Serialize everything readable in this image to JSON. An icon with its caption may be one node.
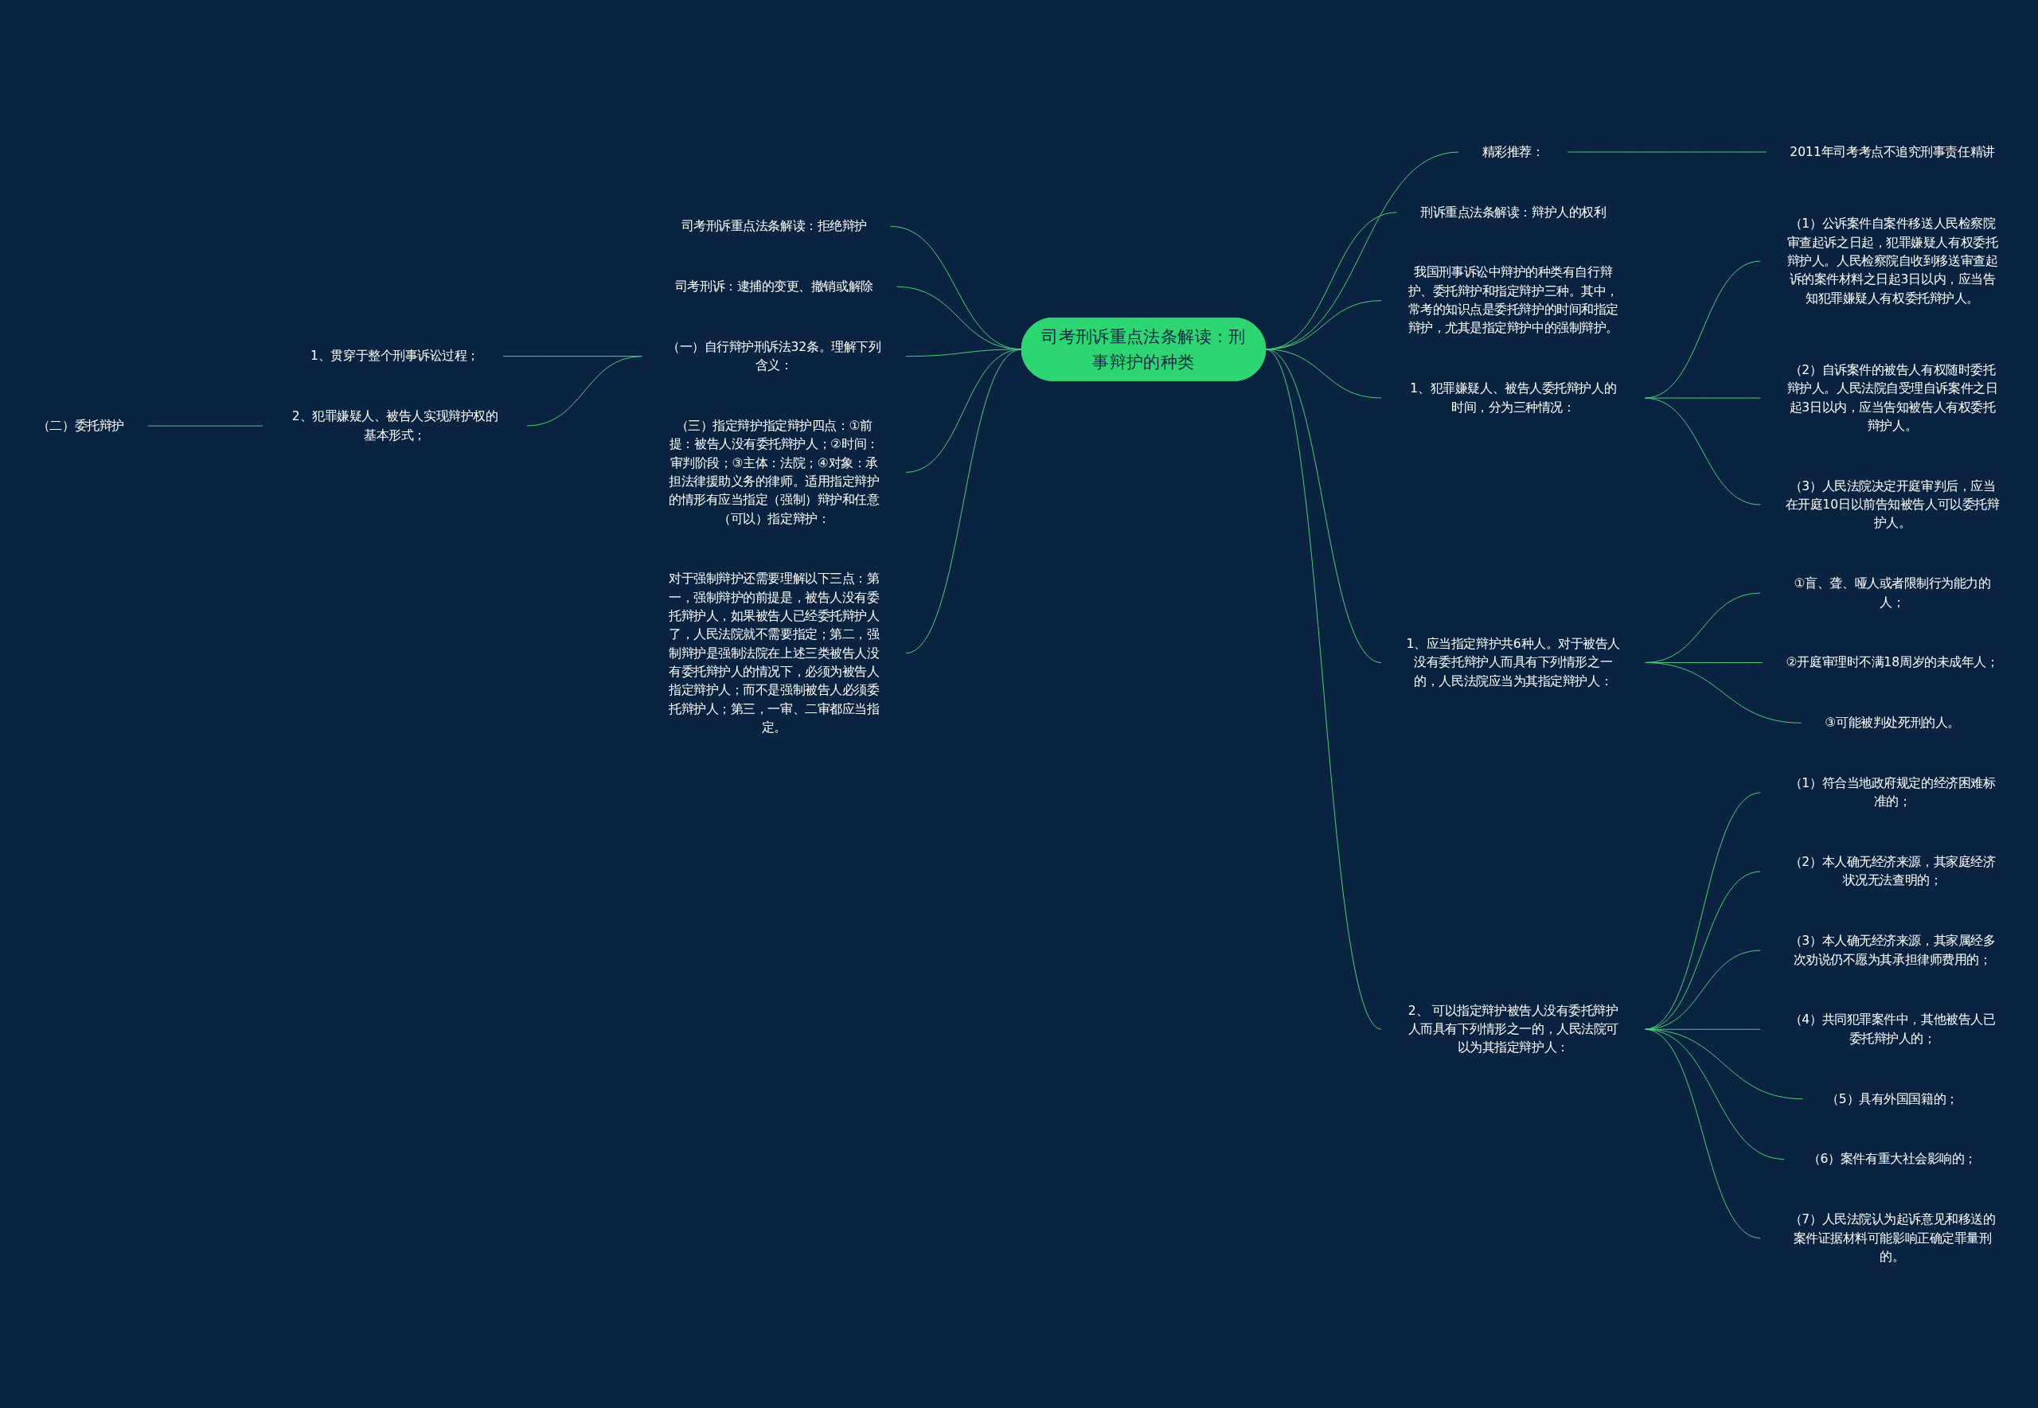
{
  "diagram": {
    "nodes": [
      {
        "text": [
          "司考刑诉重点法条解读：刑事辩护的种类"
        ]
      },
      {
        "text": [
          "精彩推荐："
        ]
      },
      {
        "text": [
          "2011年司考考点不追究刑事责任精讲"
        ]
      },
      {
        "text": [
          "刑诉重点法条解读：辩护人的权利"
        ]
      },
      {
        "text": [
          "我国刑事诉讼中辩护的种类有自行辩护、委托辩护和指定辩护三种。其中，常考的知识点是委托辩护的时间和指定辩护，尤其是指定辩护中的强制辩护。"
        ]
      },
      {
        "text": [
          "1、犯罪嫌疑人、被告人委托辩护人的时间，分为三种情况："
        ]
      },
      {
        "text": [
          "（1）公诉案件自案件移送人民检察院审查起诉之日起，犯罪嫌疑人有权委托辩护人。人民检察院自收到移送审查起诉的案件材料之日起3日以内，应当告知犯罪嫌疑人有权委托辩护人。"
        ]
      },
      {
        "text": [
          "（2）自诉案件的被告人有权随时委托辩护人。人民法院自受理自诉案件之日起3日以内，应当告知被告人有权委托辩护人。"
        ]
      },
      {
        "text": [
          "（3）人民法院决定开庭审判后，应当在开庭10日以前告知被告人可以委托辩护人。"
        ]
      },
      {
        "text": [
          "1、应当指定辩护共6种人。对于被告人没有委托辩护人而具有下列情形之一的，人民法院应当为其指定辩护人："
        ]
      },
      {
        "text": [
          "①盲、聋、哑人或者限制行为能力的人；"
        ]
      },
      {
        "text": [
          "②开庭审理时不满18周岁的未成年人；"
        ]
      },
      {
        "text": [
          "③可能被判处死刑的人。"
        ]
      },
      {
        "text": [
          "2、 可以指定辩护被告人没有委托辩护人而具有下列情形之一的，人民法院可以为其指定辩护人："
        ]
      },
      {
        "text": [
          "（1）符合当地政府规定的经济困难标准的；"
        ]
      },
      {
        "text": [
          "（2）本人确无经济来源，其家庭经济状况无法查明的；"
        ]
      },
      {
        "text": [
          "（3）本人确无经济来源，其家属经多次劝说仍不愿为其承担律师费用的；"
        ]
      },
      {
        "text": [
          "（4）共同犯罪案件中，其他被告人已委托辩护人的；"
        ]
      },
      {
        "text": [
          "（5）具有外国国籍的；"
        ]
      },
      {
        "text": [
          "（6）案件有重大社会影响的；"
        ]
      },
      {
        "text": [
          "（7）人民法院认为起诉意见和移送的案件证据材料可能影响正确定罪量刑的。"
        ]
      },
      {
        "text": [
          "司考刑诉重点法条解读：拒绝辩护"
        ]
      },
      {
        "text": [
          "司考刑诉：逮捕的变更、撤销或解除"
        ]
      },
      {
        "text": [
          "（一）自行辩护刑诉法32条。理解下列含义："
        ]
      },
      {
        "text": [
          "1、贯穿于整个刑事诉讼过程；"
        ]
      },
      {
        "text": [
          "2、犯罪嫌疑人、被告人实现辩护权的基本形式；"
        ]
      },
      {
        "text": [
          "（二）委托辩护"
        ]
      },
      {
        "text": [
          "（三）指定辩护指定辩护四点：①前提：被告人没有委托辩护人；②时间：审判阶段；③主体：法院；④对象：承担法律援助义务的律师。适用指定辩护的情形有应当指定（强制）辩护和任意（可以）指定辩护："
        ]
      },
      {
        "text": [
          "对于强制辩护还需要理解以下三点：第一，强制辩护的前提是，被告人没有委托辩护人，如果被告人已经委托辩护人了，人民法院就不需要指定；第二，强制辩护是强制法院在上述三类被告人没有委托辩护人的情况下，必须为被告人指定辩护人；而不是强制被告人必须委托辩护人；第三，一审、二审都应当指定。"
        ]
      }
    ],
    "edges": [
      {
        "from": 0,
        "to": 1,
        "arrow": "none"
      },
      {
        "from": 1,
        "to": 2,
        "arrow": "none"
      },
      {
        "from": 0,
        "to": 3,
        "arrow": "none"
      },
      {
        "from": 0,
        "to": 4,
        "arrow": "none"
      },
      {
        "from": 0,
        "to": 5,
        "arrow": "none"
      },
      {
        "from": 5,
        "to": 6,
        "arrow": "none"
      },
      {
        "from": 5,
        "to": 7,
        "arrow": "none"
      },
      {
        "from": 5,
        "to": 8,
        "arrow": "none"
      },
      {
        "from": 0,
        "to": 9,
        "arrow": "none"
      },
      {
        "from": 9,
        "to": 10,
        "arrow": "none"
      },
      {
        "from": 9,
        "to": 11,
        "arrow": "none"
      },
      {
        "from": 9,
        "to": 12,
        "arrow": "none"
      },
      {
        "from": 0,
        "to": 13,
        "arrow": "none"
      },
      {
        "from": 13,
        "to": 14,
        "arrow": "none"
      },
      {
        "from": 13,
        "to": 15,
        "arrow": "none"
      },
      {
        "from": 13,
        "to": 16,
        "arrow": "none"
      },
      {
        "from": 13,
        "to": 17,
        "arrow": "none"
      },
      {
        "from": 13,
        "to": 18,
        "arrow": "none"
      },
      {
        "from": 13,
        "to": 19,
        "arrow": "none"
      },
      {
        "from": 13,
        "to": 20,
        "arrow": "none"
      },
      {
        "from": 21,
        "to": 0,
        "arrow": "none"
      },
      {
        "from": 22,
        "to": 0,
        "arrow": "none"
      },
      {
        "from": 23,
        "to": 0,
        "arrow": "none"
      },
      {
        "from": 24,
        "to": 23,
        "arrow": "none"
      },
      {
        "from": 25,
        "to": 23,
        "arrow": "none"
      },
      {
        "from": 26,
        "to": 25,
        "arrow": "none"
      },
      {
        "from": 27,
        "to": 0,
        "arrow": "none"
      },
      {
        "from": 28,
        "to": 0,
        "arrow": "none"
      }
    ]
  }
}
